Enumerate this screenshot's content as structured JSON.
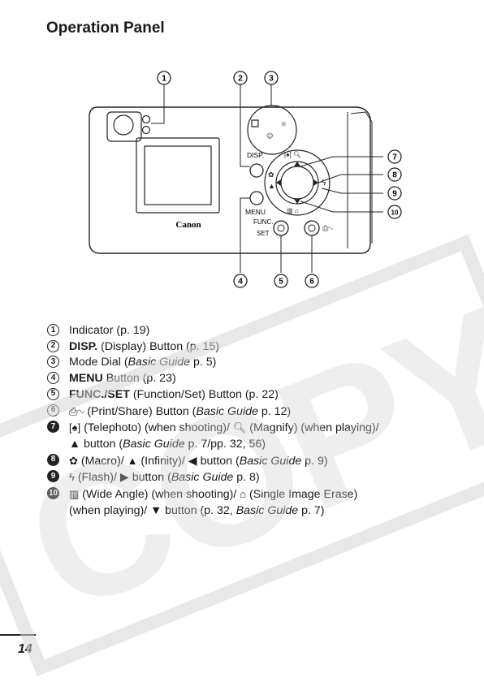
{
  "page": {
    "title": "Operation Panel",
    "page_number": "14"
  },
  "figure": {
    "callouts": [
      "1",
      "2",
      "3",
      "4",
      "5",
      "6",
      "7",
      "8",
      "9",
      "10"
    ],
    "labels": {
      "disp": "DISP.",
      "menu": "MENU",
      "func": "FUNC.",
      "set": "SET",
      "brand": "Canon"
    }
  },
  "legend": [
    {
      "num": "1",
      "parts": [
        {
          "t": "Indicator (p. 19)"
        }
      ]
    },
    {
      "num": "2",
      "parts": [
        {
          "t": "DISP.",
          "s": "b"
        },
        {
          "t": " (Display) Button (p. 15)"
        }
      ]
    },
    {
      "num": "3",
      "parts": [
        {
          "t": "Mode Dial ("
        },
        {
          "t": "Basic Guide",
          "s": "i"
        },
        {
          "t": " p. 5)"
        }
      ]
    },
    {
      "num": "4",
      "parts": [
        {
          "t": "MENU",
          "s": "b"
        },
        {
          "t": " Button (p. 23)"
        }
      ]
    },
    {
      "num": "5",
      "parts": [
        {
          "t": "FUNC./SET",
          "s": "b"
        },
        {
          "t": " (Function/Set) Button (p. 22)"
        }
      ]
    },
    {
      "num": "6",
      "parts": [
        {
          "t": "⎙∿",
          "s": "g"
        },
        {
          "t": " (Print/Share) Button ("
        },
        {
          "t": "Basic Guide",
          "s": "i"
        },
        {
          "t": " p. 12)"
        }
      ]
    },
    {
      "num": "7",
      "parts": [
        {
          "t": "[♠]",
          "s": "g"
        },
        {
          "t": " (Telephoto) (when shooting)/ "
        },
        {
          "t": "🔍︎",
          "s": "g"
        },
        {
          "t": " (Magnify) (when playing)/"
        }
      ]
    },
    {
      "num": "",
      "parts": [
        {
          "t": "▲ button ("
        },
        {
          "t": "Basic Guide",
          "s": "i"
        },
        {
          "t": " p. 7/pp. 32, 56)"
        }
      ]
    },
    {
      "num": "8",
      "parts": [
        {
          "t": "✿",
          "s": "g"
        },
        {
          "t": " (Macro)/ "
        },
        {
          "t": "▲",
          "s": "g"
        },
        {
          "t": " (Infinity)/ ◀ button ("
        },
        {
          "t": "Basic Guide",
          "s": "i"
        },
        {
          "t": " p. 9)"
        }
      ]
    },
    {
      "num": "9",
      "parts": [
        {
          "t": "ϟ",
          "s": "g"
        },
        {
          "t": " (Flash)/ ▶ button ("
        },
        {
          "t": "Basic Guide",
          "s": "i"
        },
        {
          "t": " p. 8)"
        }
      ]
    },
    {
      "num": "10",
      "parts": [
        {
          "t": "▥",
          "s": "g"
        },
        {
          "t": " (Wide Angle) (when shooting)/ "
        },
        {
          "t": "⌂",
          "s": "g"
        },
        {
          "t": " (Single Image Erase)"
        }
      ]
    },
    {
      "num": "",
      "parts": [
        {
          "t": "(when playing)/ ▼ button (p. 32, "
        },
        {
          "t": "Basic Guide",
          "s": "i"
        },
        {
          "t": " p. 7)"
        }
      ]
    }
  ],
  "filled_nums": [
    "7",
    "8",
    "9",
    "10"
  ]
}
